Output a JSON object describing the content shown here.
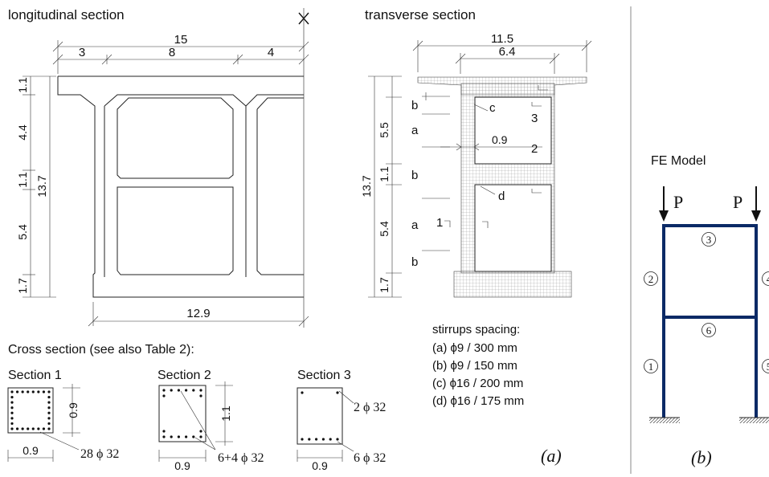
{
  "long": {
    "title": "longitudinal section",
    "top": [
      "15",
      "3",
      "8",
      "4"
    ],
    "left": [
      "1.1",
      "4.4",
      "1.1",
      "5.4",
      "1.7"
    ],
    "height": "13.7",
    "bottom": "12.9"
  },
  "trans": {
    "title": "transverse section",
    "top": [
      "11.5",
      "6.4"
    ],
    "left": [
      "5.5",
      "1.1",
      "5.4",
      "1.7"
    ],
    "height": "13.7",
    "zones": [
      "b",
      "a",
      "b",
      "a",
      "b"
    ],
    "labels": {
      "c": "c",
      "d": "d",
      "n09": "0.9",
      "s3": "3",
      "s2": "2",
      "s1": "1"
    }
  },
  "stirrups": {
    "title": "stirrups spacing:",
    "items": [
      "(a) ϕ9 / 300 mm",
      "(b) ϕ9 / 150 mm",
      "(c) ϕ16 / 200 mm",
      "(d) ϕ16 / 175 mm"
    ]
  },
  "cross": {
    "title": "Cross section (see also Table 2):",
    "s1": {
      "name": "Section 1",
      "w": "0.9",
      "h": "0.9",
      "bars": "28 ϕ 32"
    },
    "s2": {
      "name": "Section 2",
      "w": "0.9",
      "h": "1.1",
      "bars": "6+4 ϕ 32"
    },
    "s3": {
      "name": "Section 3",
      "w": "0.9",
      "top": "2 ϕ 32",
      "bottom": "6 ϕ 32"
    }
  },
  "fe": {
    "title": "FE Model",
    "load": "P",
    "members": [
      "1",
      "2",
      "3",
      "4",
      "5",
      "6"
    ]
  },
  "panels": {
    "a": "(a)",
    "b": "(b)"
  }
}
